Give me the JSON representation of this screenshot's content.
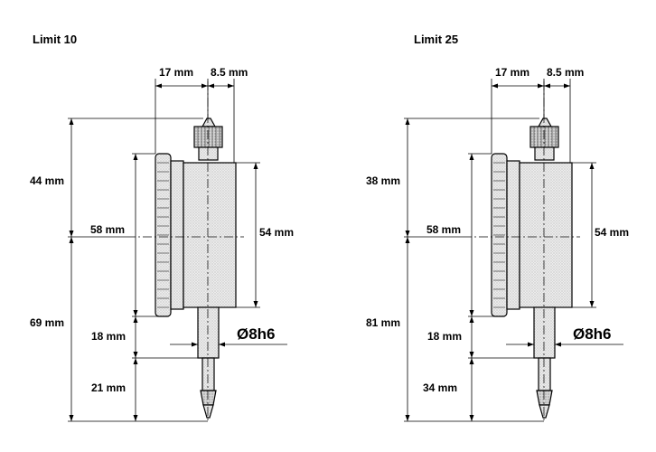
{
  "gauges": [
    {
      "title": "Limit 10",
      "dims": {
        "width_left": "17 mm",
        "width_right": "8.5 mm",
        "height_top": "44 mm",
        "height_bottom": "69 mm",
        "diameter_bezel": "58 mm",
        "diameter_body": "54 mm",
        "stem_upper": "18 mm",
        "stem_lower": "21 mm",
        "stem_diameter": "Ø8h6"
      }
    },
    {
      "title": "Limit 25",
      "dims": {
        "width_left": "17 mm",
        "width_right": "8.5 mm",
        "height_top": "38 mm",
        "height_bottom": "81 mm",
        "diameter_bezel": "58 mm",
        "diameter_body": "54 mm",
        "stem_upper": "18 mm",
        "stem_lower": "34  mm",
        "stem_diameter": "Ø8h6"
      }
    }
  ]
}
